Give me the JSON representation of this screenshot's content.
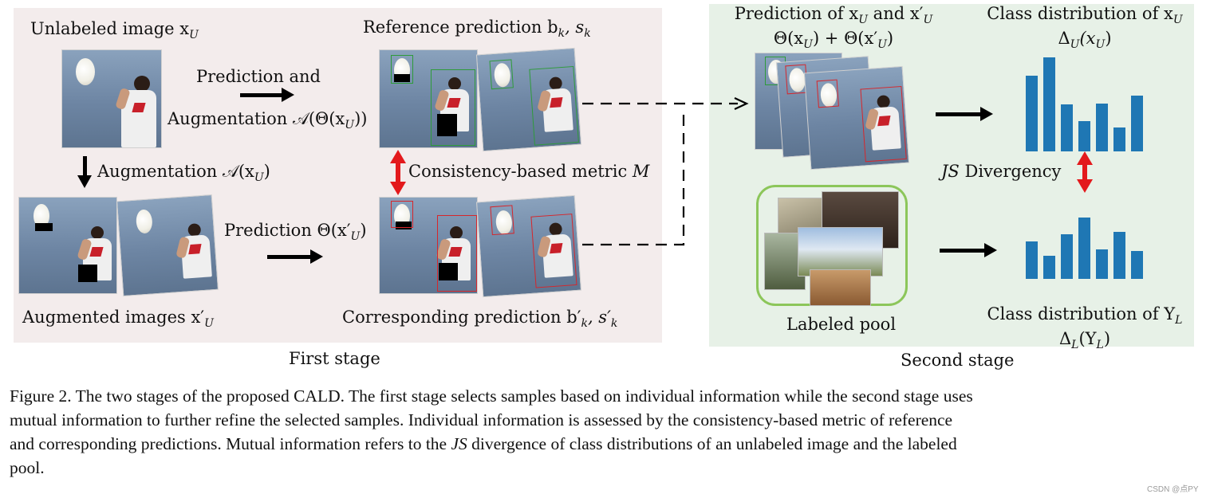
{
  "figure": {
    "first_stage": {
      "stage_label": "First stage",
      "unlabeled_image_label": "Unlabeled image x",
      "unlabeled_image_sub": "U",
      "reference_prediction_label": "Reference prediction b",
      "reference_prediction_vars": "k, s",
      "reference_prediction_sub2": "k",
      "prediction_and_label": "Prediction  and",
      "augmentation_formula": "Augmentation 𝒜(Θ(x",
      "augmentation_formula_sub": "U",
      "augmentation_formula_end": "))",
      "augmentation_down_label": "Augmentation 𝒜(x",
      "augmentation_down_sub": "U",
      "augmentation_down_end": ")",
      "consistency_label": "Consistency-based metric ",
      "consistency_var": "M",
      "prediction_aug_label": "Prediction Θ(x′",
      "prediction_aug_sub": "U",
      "prediction_aug_end": ")",
      "augmented_images_label": "Augmented images x′",
      "augmented_images_sub": "U",
      "corresponding_prediction_label": "Corresponding prediction b′",
      "corresponding_sub1": "k",
      "corresponding_mid": ", s′",
      "corresponding_sub2": "k"
    },
    "second_stage": {
      "stage_label": "Second stage",
      "prediction_title_line1": "Prediction of x",
      "prediction_title_sub1": "U",
      "prediction_title_and": " and x′",
      "prediction_title_sub2": "U",
      "prediction_title_line2": "Θ(x",
      "prediction_title_l2_sub1": "U",
      "prediction_title_l2_mid": ") + Θ(x′",
      "prediction_title_l2_sub2": "U",
      "prediction_title_l2_end": ")",
      "class_dist_u_line1": "Class distribution of x",
      "class_dist_u_sub": "U",
      "class_dist_u_line2": "Δ",
      "class_dist_u_line2_sub": "U",
      "class_dist_u_line2_end": "(x",
      "class_dist_u_line2_sub2": "U",
      "class_dist_u_line2_close": ")",
      "js_var": "JS",
      "js_label": " Divergency",
      "labeled_pool_label": "Labeled pool",
      "class_dist_l_line1": "Class distribution of Y",
      "class_dist_l_sub": "L",
      "class_dist_l_line2": "Δ",
      "class_dist_l_line2_sub": "L",
      "class_dist_l_line2_end": "(Y",
      "class_dist_l_line2_sub2": "L",
      "class_dist_l_line2_close": ")",
      "dist_u_values": [
        0.73,
        0.91,
        0.45,
        0.29,
        0.46,
        0.23,
        0.54
      ],
      "dist_l_values": [
        0.43,
        0.26,
        0.51,
        0.7,
        0.34,
        0.54,
        0.32
      ]
    },
    "caption": {
      "line1": "Figure 2. The two stages of the proposed CALD. The first stage selects samples based on individual information while the second stage uses",
      "line2": "mutual information to further refine the selected samples. Individual information is assessed by the consistency-based metric of reference",
      "line3a": "and corresponding predictions. Mutual information refers to the ",
      "line3_var": "JS",
      "line3b": " divergence of class distributions of an unlabeled image and the labeled",
      "line4": "pool."
    },
    "watermark": "CSDN @点PY",
    "colors": {
      "first_panel_bg": "#f3ecec",
      "second_panel_bg": "#e7f1e7",
      "bar": "#1f77b4",
      "double_arrow": "#e3191c",
      "pool_border": "#8cc65a",
      "bbox_green": "#2e9b3a",
      "bbox_red": "#d6262b"
    }
  }
}
